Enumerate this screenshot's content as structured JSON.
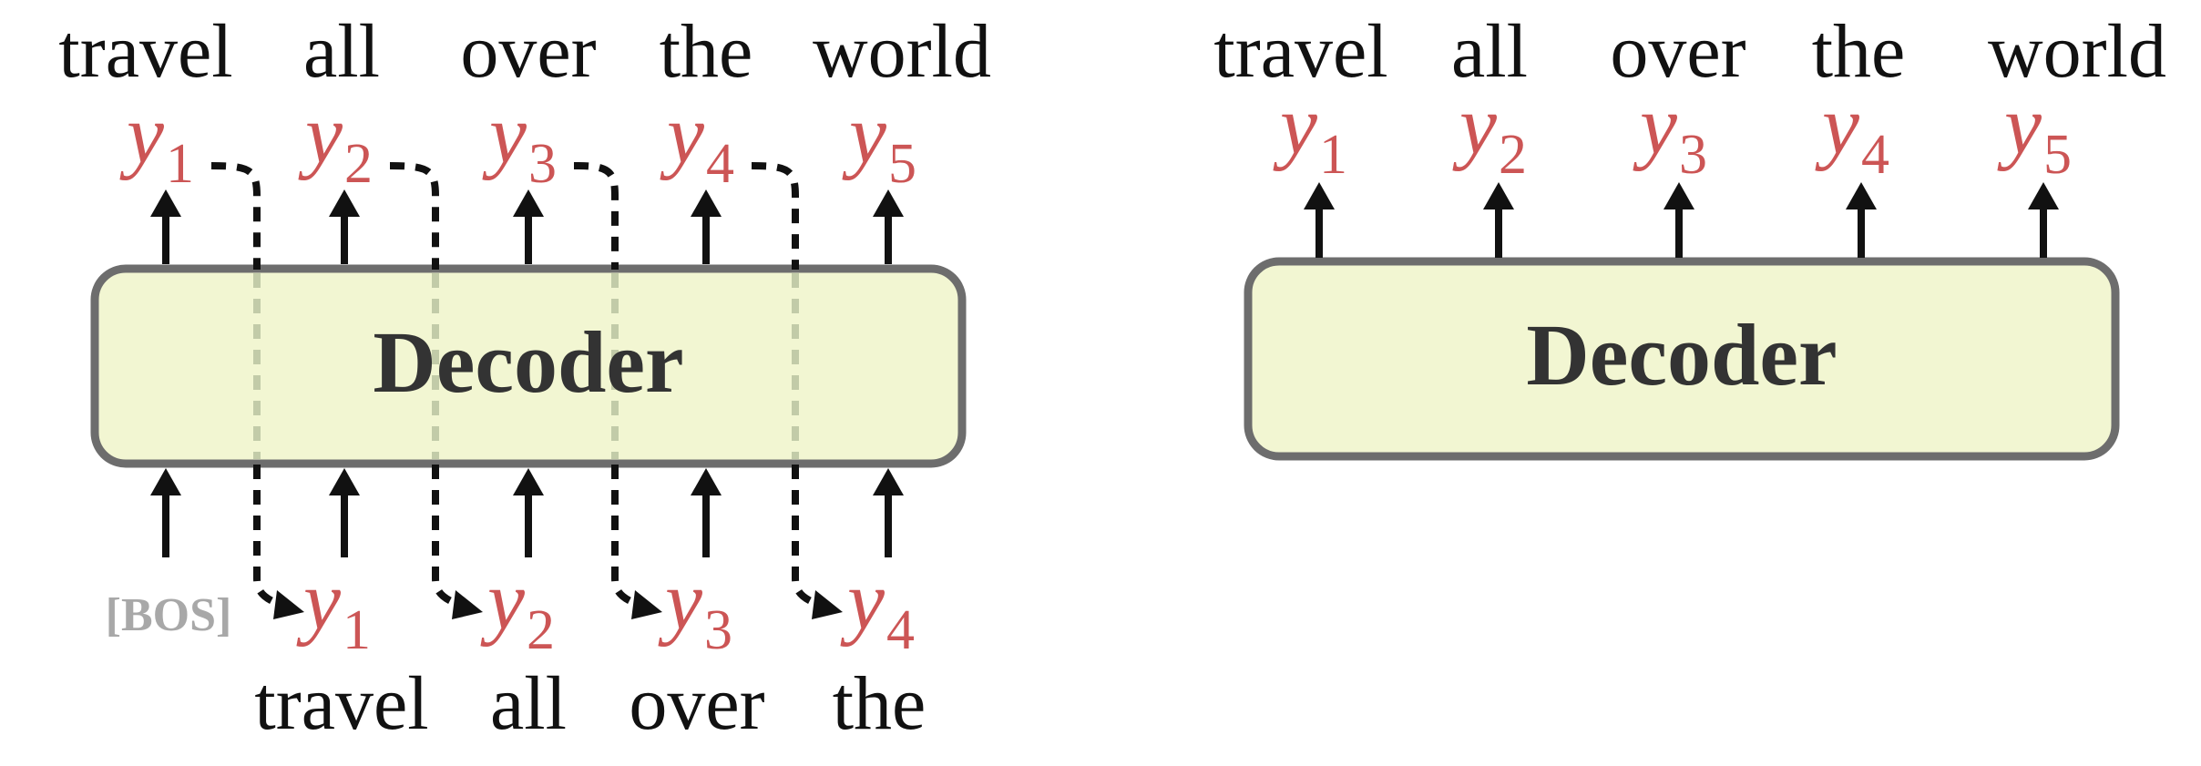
{
  "left_panel": {
    "output_words": [
      "travel",
      "all",
      "over",
      "the",
      "world"
    ],
    "outputs": [
      {
        "symbol": "y",
        "sub": "1"
      },
      {
        "symbol": "y",
        "sub": "2"
      },
      {
        "symbol": "y",
        "sub": "3"
      },
      {
        "symbol": "y",
        "sub": "4"
      },
      {
        "symbol": "y",
        "sub": "5"
      }
    ],
    "decoder_label": "Decoder",
    "bos_label": "[BOS]",
    "inputs": [
      {
        "symbol": "y",
        "sub": "1"
      },
      {
        "symbol": "y",
        "sub": "2"
      },
      {
        "symbol": "y",
        "sub": "3"
      },
      {
        "symbol": "y",
        "sub": "4"
      }
    ],
    "input_words": [
      "travel",
      "all",
      "over",
      "the"
    ]
  },
  "right_panel": {
    "output_words": [
      "travel",
      "all",
      "over",
      "the",
      "world"
    ],
    "outputs": [
      {
        "symbol": "y",
        "sub": "1"
      },
      {
        "symbol": "y",
        "sub": "2"
      },
      {
        "symbol": "y",
        "sub": "3"
      },
      {
        "symbol": "y",
        "sub": "4"
      },
      {
        "symbol": "y",
        "sub": "5"
      }
    ],
    "decoder_label": "Decoder"
  },
  "colors": {
    "token_red": "#cc5555",
    "decoder_fill": "#f2f6d2",
    "decoder_stroke": "#6d6d6d",
    "bos_gray": "#a8a8a8"
  }
}
